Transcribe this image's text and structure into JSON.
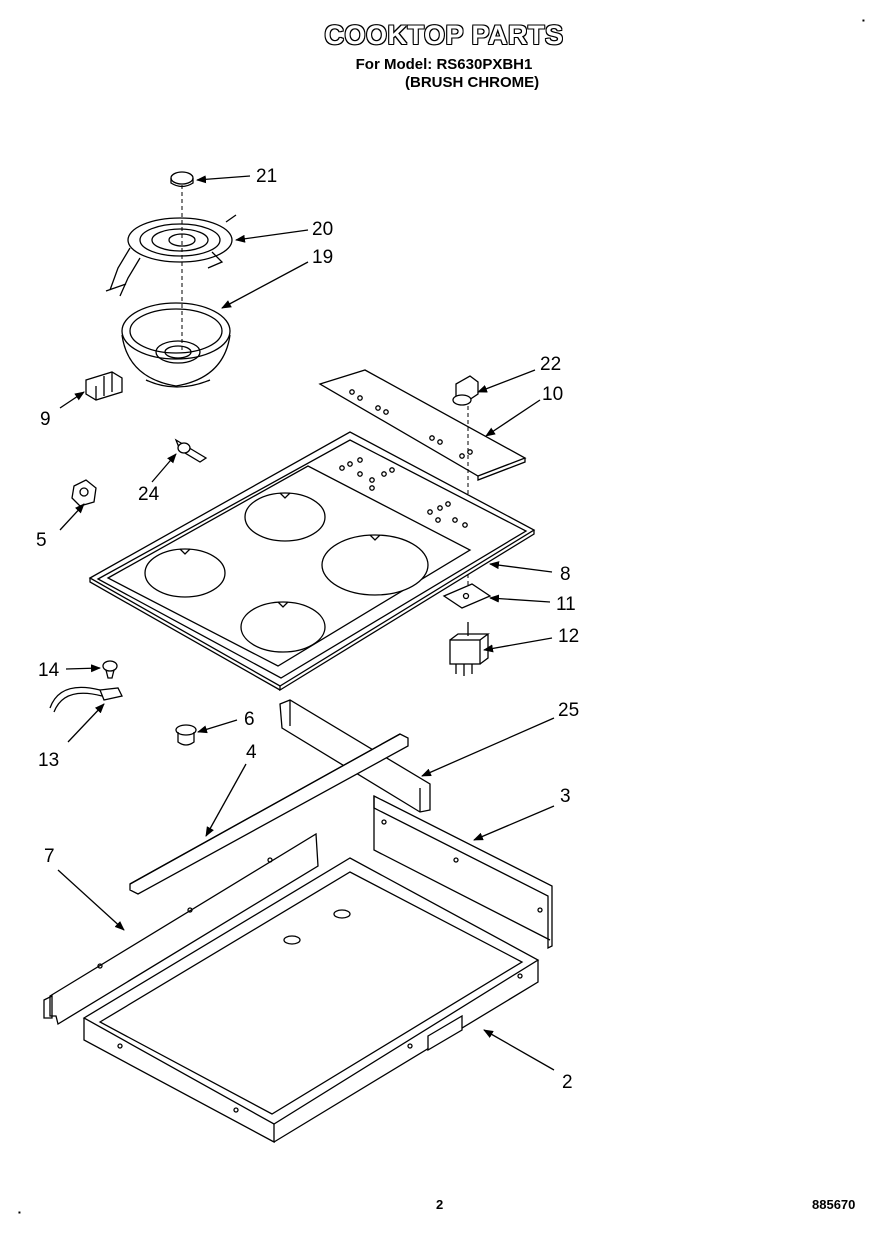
{
  "header": {
    "title": "COOKTOP PARTS",
    "model_line": "For Model: RS630PXBH1",
    "finish": "(BRUSH CHROME)"
  },
  "footer": {
    "page_number": "2",
    "document_number": "885670"
  },
  "callouts": [
    {
      "id": "21",
      "label": "21"
    },
    {
      "id": "20",
      "label": "20"
    },
    {
      "id": "19",
      "label": "19"
    },
    {
      "id": "22",
      "label": "22"
    },
    {
      "id": "10",
      "label": "10"
    },
    {
      "id": "9",
      "label": "9"
    },
    {
      "id": "24",
      "label": "24"
    },
    {
      "id": "5",
      "label": "5"
    },
    {
      "id": "8",
      "label": "8"
    },
    {
      "id": "11",
      "label": "11"
    },
    {
      "id": "12",
      "label": "12"
    },
    {
      "id": "14",
      "label": "14"
    },
    {
      "id": "6",
      "label": "6"
    },
    {
      "id": "25",
      "label": "25"
    },
    {
      "id": "13",
      "label": "13"
    },
    {
      "id": "4",
      "label": "4"
    },
    {
      "id": "3",
      "label": "3"
    },
    {
      "id": "7",
      "label": "7"
    },
    {
      "id": "2",
      "label": "2"
    }
  ]
}
